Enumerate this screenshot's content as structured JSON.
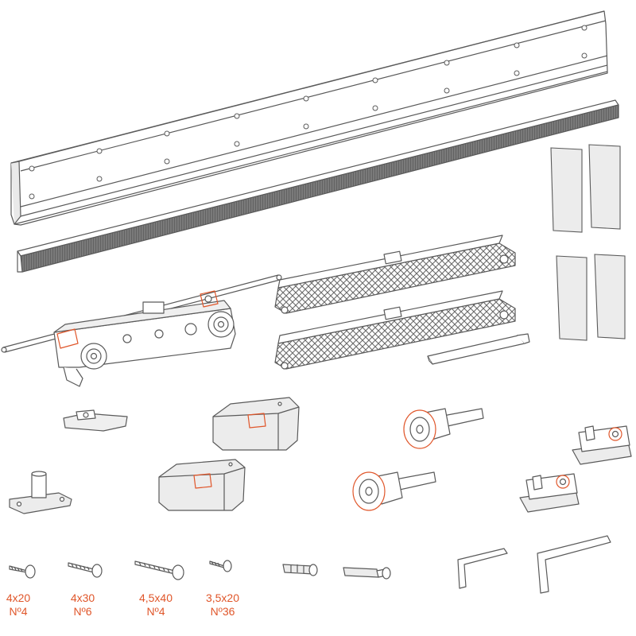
{
  "colors": {
    "line": "#5a5a5a",
    "fill": "#ffffff",
    "shade": "#e2e2e2",
    "brush": "#6a6a6a",
    "accent": "#e0562a"
  },
  "screws": [
    {
      "size": "4x20",
      "count": "Nº4"
    },
    {
      "size": "4x30",
      "count": "Nº6"
    },
    {
      "size": "4,5x40",
      "count": "Nº4"
    },
    {
      "size": "3,5x20",
      "count": "Nº36"
    }
  ]
}
